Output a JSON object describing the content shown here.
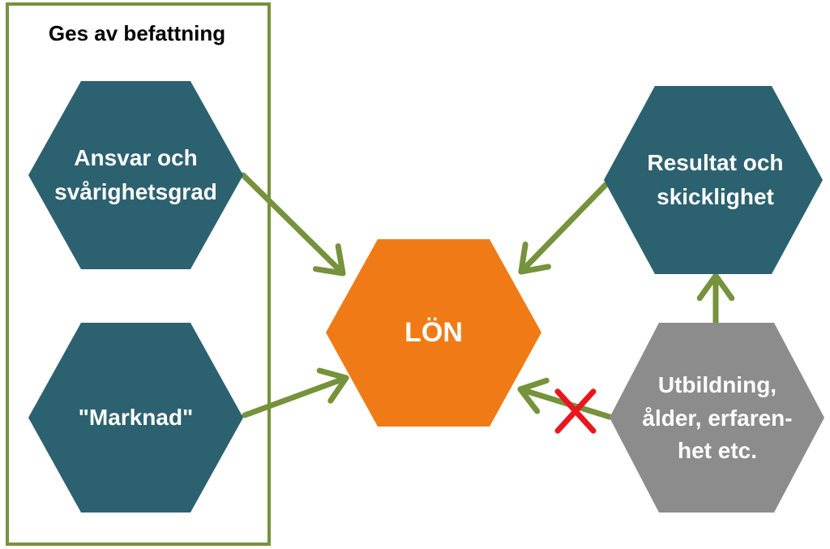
{
  "group": {
    "title": "Ges av befattning",
    "border_color": "#76923c"
  },
  "nodes": {
    "ansvar": {
      "lines": [
        "Ansvar och",
        "svårighetsgrad"
      ],
      "color": "#2c6170"
    },
    "marknad": {
      "lines": [
        "\"Marknad\""
      ],
      "color": "#2c6170"
    },
    "lon": {
      "lines": [
        "LÖN"
      ],
      "color": "#f07b16"
    },
    "resultat": {
      "lines": [
        "Resultat och",
        "skicklighet"
      ],
      "color": "#2c6170"
    },
    "utbildning": {
      "lines": [
        "Utbildning,",
        "ålder, erfaren-",
        "het etc."
      ],
      "color": "#8c8c8c"
    }
  },
  "edges": [
    {
      "from": "ansvar",
      "to": "lon"
    },
    {
      "from": "marknad",
      "to": "lon"
    },
    {
      "from": "resultat",
      "to": "lon"
    },
    {
      "from": "utbildning",
      "to": "resultat"
    },
    {
      "from": "utbildning",
      "to": "lon",
      "crossed": true
    }
  ],
  "colors": {
    "arrow": "#76923c",
    "cross": "#e8161e",
    "label_text": "#ffffff"
  }
}
